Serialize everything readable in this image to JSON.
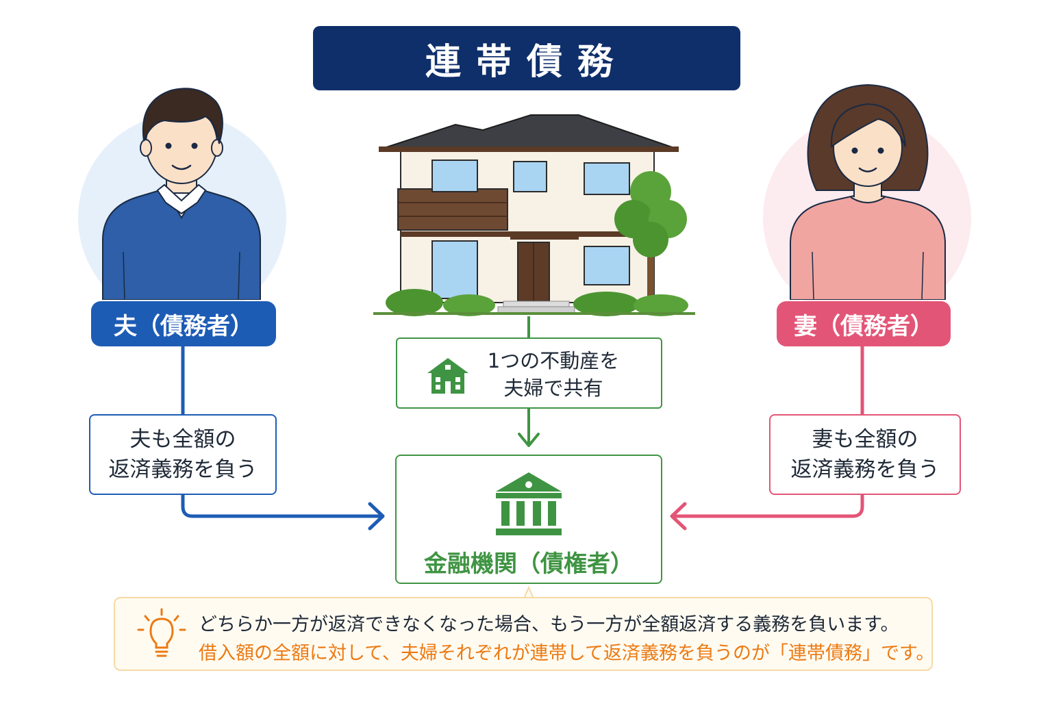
{
  "title": "連帯債務",
  "husband": {
    "label": "夫（債務者）",
    "note_line1": "夫も全額の",
    "note_line2": "返済義務を負う",
    "color": "#1d5cb5"
  },
  "wife": {
    "label": "妻（債務者）",
    "note_line1": "妻も全額の",
    "note_line2": "返済義務を負う",
    "color": "#e35577"
  },
  "property": {
    "line1": "1つの不動産を",
    "line2": "夫婦で共有",
    "icon": "house-icon",
    "color": "#3f9443"
  },
  "creditor": {
    "label": "金融機関（債権者）",
    "icon": "bank-icon"
  },
  "info": {
    "icon": "lightbulb-icon",
    "line1": "どちらか一方が返済できなくなった場合、もう一方が全額返済する義務を負います。",
    "line2": "借入額の全額に対して、夫婦それぞれが連帯して返済義務を負うのが「連帯債務」です。",
    "accent": "#ec7a13"
  }
}
